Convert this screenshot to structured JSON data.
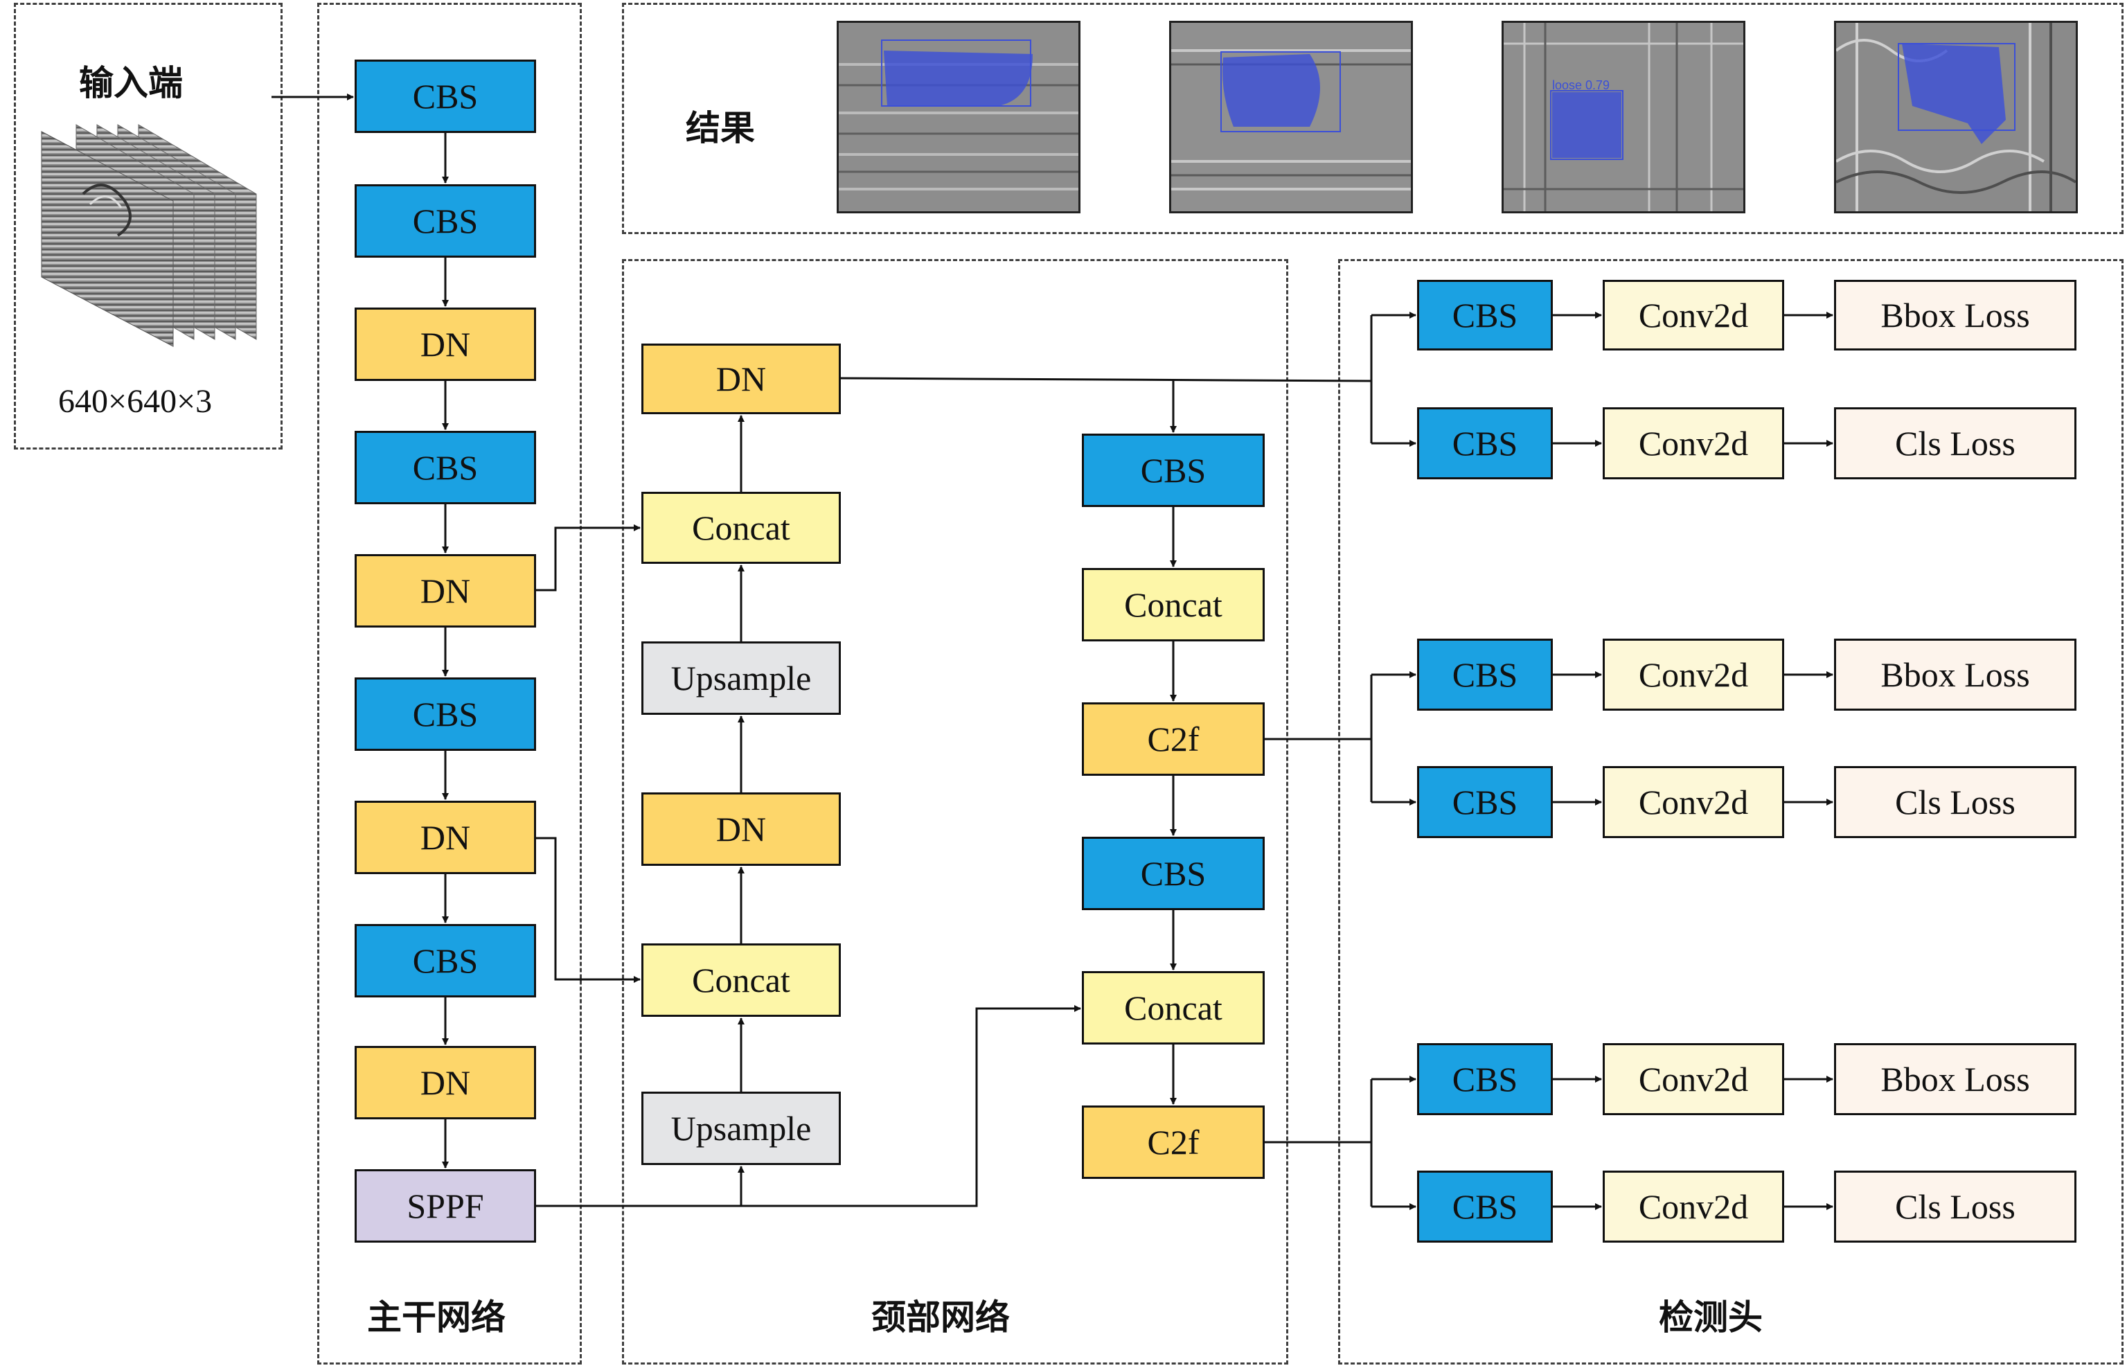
{
  "regions": {
    "input": "输入端",
    "backbone": "主干网络",
    "neck": "颈部网络",
    "head": "检测头",
    "result": "结果"
  },
  "input_size": "640×640×3",
  "backbone": [
    "CBS",
    "CBS",
    "DN",
    "CBS",
    "DN",
    "CBS",
    "DN",
    "CBS",
    "DN",
    "SPPF"
  ],
  "neck_left": [
    "DN",
    "Concat",
    "Upsample",
    "DN",
    "Concat",
    "Upsample"
  ],
  "neck_right": [
    "CBS",
    "Concat",
    "C2f",
    "CBS",
    "Concat",
    "C2f"
  ],
  "head_rows": [
    {
      "cbs": "CBS",
      "conv": "Conv2d",
      "loss": "Bbox Loss"
    },
    {
      "cbs": "CBS",
      "conv": "Conv2d",
      "loss": "Cls Loss"
    },
    {
      "cbs": "CBS",
      "conv": "Conv2d",
      "loss": "Bbox Loss"
    },
    {
      "cbs": "CBS",
      "conv": "Conv2d",
      "loss": "Cls Loss"
    },
    {
      "cbs": "CBS",
      "conv": "Conv2d",
      "loss": "Bbox Loss"
    },
    {
      "cbs": "CBS",
      "conv": "Conv2d",
      "loss": "Cls Loss"
    }
  ],
  "result_tag": "loose 0.79",
  "colors": {
    "cbs": "#1ba1e2",
    "dn": "#fdd66a",
    "concat": "#fdf6a8",
    "upsample": "#e4e5e7",
    "sppf": "#d4cde6",
    "conv2d": "#fdf8d8",
    "loss": "#fdf4ec",
    "detection_box": "#3b4fd8"
  }
}
